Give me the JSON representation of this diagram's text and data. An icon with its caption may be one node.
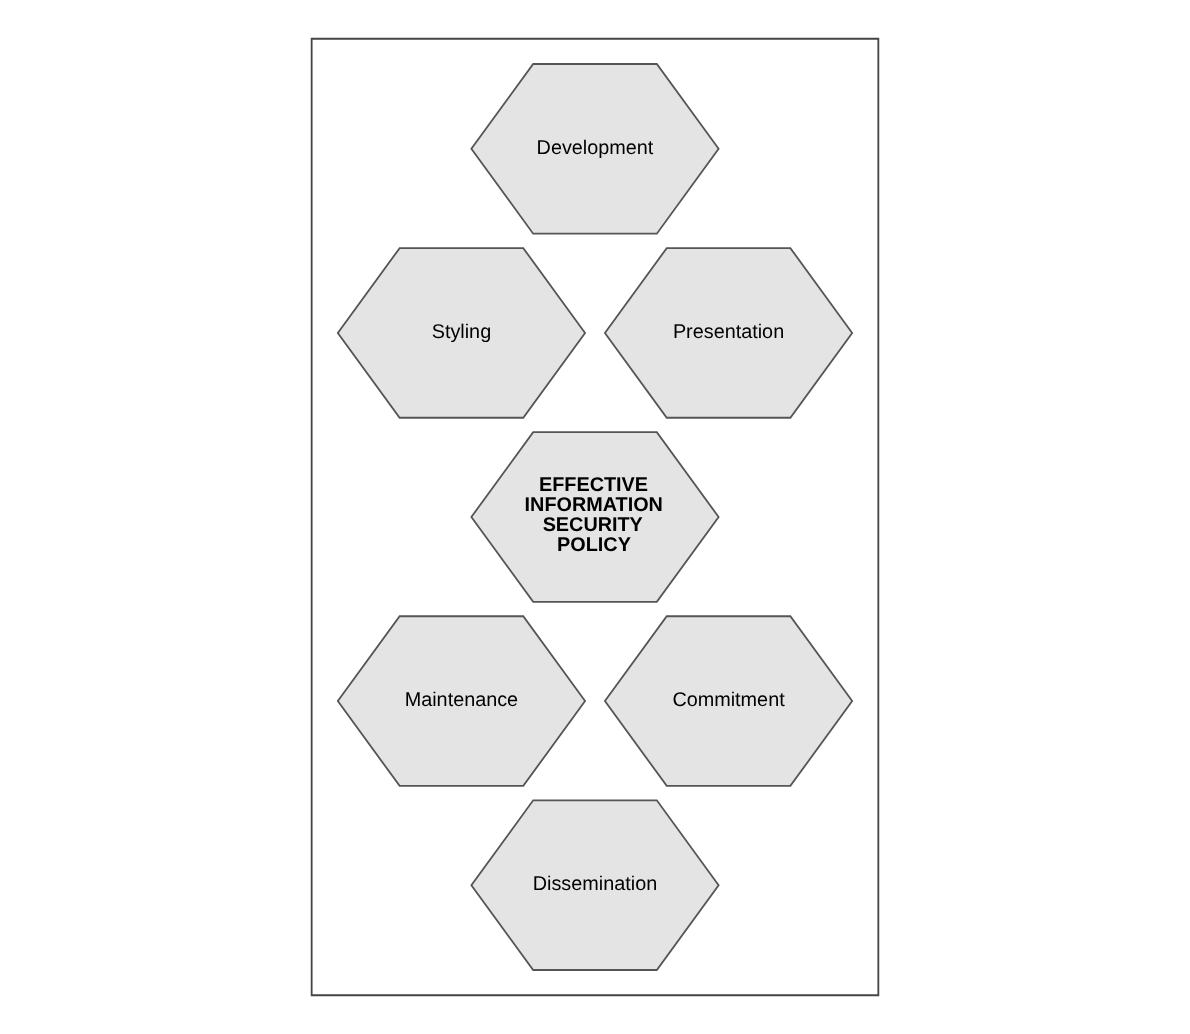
{
  "diagram": {
    "nodes": [
      {
        "text": [],
        "shape": "box"
      },
      {
        "text": [
          "Development"
        ],
        "in": 0
      },
      {
        "text": [
          "Styling"
        ],
        "in": 0
      },
      {
        "text": [
          "Presentation"
        ],
        "in": 0
      },
      {
        "text": [
          "EFFECTIVE INFORMATION SECURITY POLICY"
        ],
        "in": 0
      },
      {
        "text": [
          "Maintenance"
        ],
        "in": 0
      },
      {
        "text": [
          "Commitment"
        ],
        "in": 0
      },
      {
        "text": [
          "Dissemination"
        ],
        "in": 0
      }
    ],
    "edges": []
  }
}
